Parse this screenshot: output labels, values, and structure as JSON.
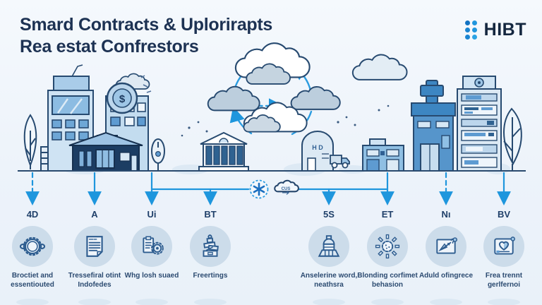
{
  "title": {
    "line1": "Smard Contracts & Uplorirapts",
    "line2": "Rea estat Confrestors"
  },
  "brand": {
    "name": "HIBT"
  },
  "colors": {
    "accent_blue": "#1e96dd",
    "navy_outline": "#274a70",
    "title_navy": "#1d3253",
    "circle_bg": "#ccdcea",
    "background": "#edf3fa"
  },
  "scene": {
    "coin_symbol": "$",
    "kiosk_text": "H D",
    "elements": [
      "tree",
      "office-building",
      "coin",
      "apartment-building",
      "modern-house",
      "street-lamp",
      "bank",
      "cloud-cycle",
      "kiosk",
      "truck",
      "small-building",
      "hospital",
      "tower-building",
      "tree-right",
      "clouds"
    ]
  },
  "hub": {
    "icons": [
      {
        "name": "medical-star-icon",
        "label": ""
      },
      {
        "name": "cloud-sync-icon",
        "label": "CUS"
      }
    ]
  },
  "columns": [
    {
      "tag": "4D",
      "icon": "gear-ring-icon",
      "connector": "dashed",
      "caption": "Broctiet and\nessentiouted"
    },
    {
      "tag": "A",
      "icon": "document-icon",
      "connector": "solid",
      "caption": "Tressefiral otint\nIndofedes"
    },
    {
      "tag": "Ui",
      "icon": "clipboard-gear-icon",
      "connector": "solid",
      "caption": "Whg losh suaed"
    },
    {
      "tag": "BT",
      "icon": "stacked-blocks-icon",
      "connector": "solid",
      "caption": "Freertings"
    },
    {
      "tag": "5S",
      "icon": "bell-tower-icon",
      "connector": "solid",
      "caption": "Anselerine word,\nneathsra"
    },
    {
      "tag": "ET",
      "icon": "gear-burst-icon",
      "connector": "solid",
      "caption": "Blonding corfimet\nbehasion"
    },
    {
      "tag": "Nı",
      "icon": "chart-frame-icon",
      "connector": "dashed",
      "caption": "Aduld ofingrece"
    },
    {
      "tag": "BV",
      "icon": "heart-frame-icon",
      "connector": "solid",
      "caption": "Frea trennt\ngerlfernoi"
    }
  ]
}
